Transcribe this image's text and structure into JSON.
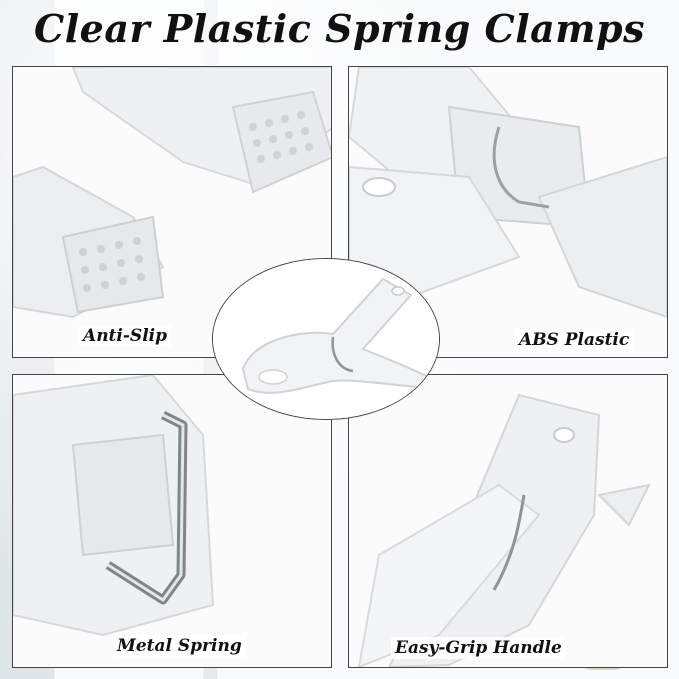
{
  "title": "Clear Plastic Spring Clamps",
  "panels": {
    "anti_slip": {
      "label": "Anti-Slip"
    },
    "abs_plastic": {
      "label": "ABS Plastic"
    },
    "metal_spring": {
      "label": "Metal Spring"
    },
    "easy_grip": {
      "label": "Easy-Grip Handle"
    }
  }
}
